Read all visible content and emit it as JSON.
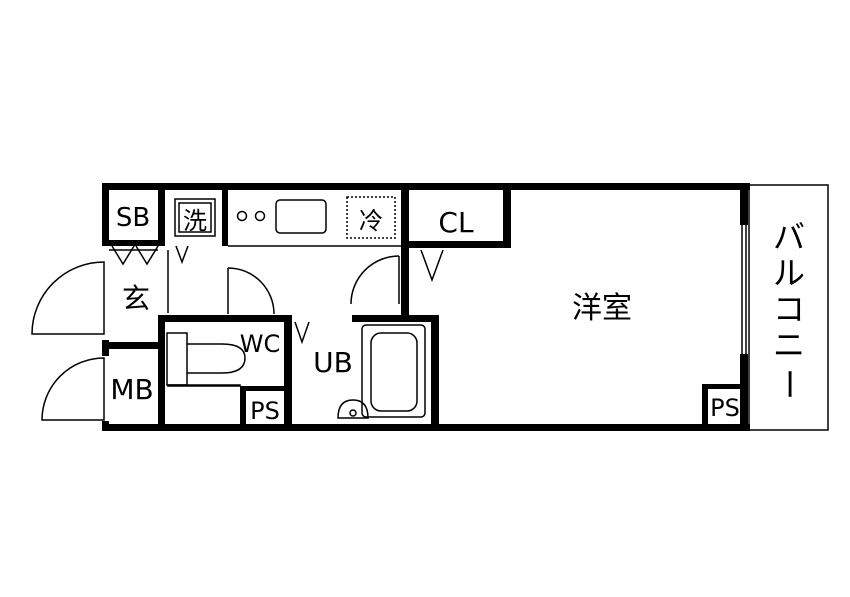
{
  "labels": {
    "sb": "SB",
    "washer": "洗",
    "fridge": "冷",
    "closet": "CL",
    "entrance": "玄",
    "wc": "WC",
    "ub": "UB",
    "mb": "MB",
    "ps_left": "PS",
    "ps_right": "PS",
    "western_room": "洋室",
    "balcony": [
      "バ",
      "ル",
      "コ",
      "ニ",
      "ー"
    ]
  },
  "colors": {
    "wall": "#000000",
    "background": "#ffffff",
    "fixture_line": "#000000"
  }
}
